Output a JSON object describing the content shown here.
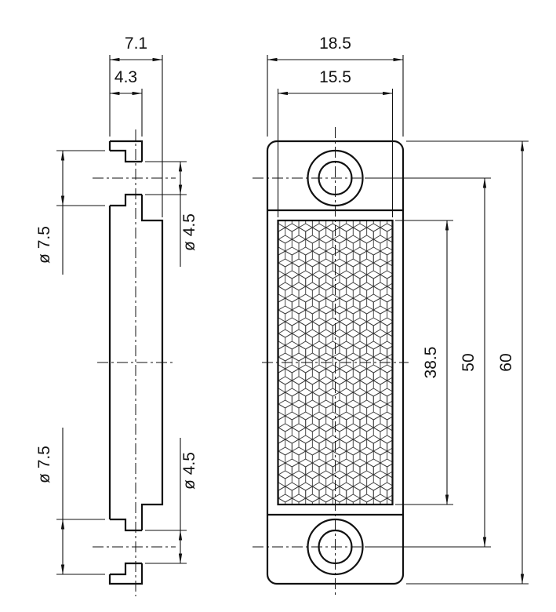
{
  "drawing": {
    "side_view": {
      "overall_thickness": "7.1",
      "plate_thickness": "4.3",
      "counterbore_top": "ø 7.5",
      "hole_top": "ø 4.5",
      "counterbore_bottom": "ø 7.5",
      "hole_bottom": "ø 4.5"
    },
    "front_view": {
      "overall_width": "18.5",
      "window_width": "15.5",
      "window_height": "38.5",
      "hole_spacing": "50",
      "overall_height": "60"
    },
    "colors": {
      "line": "#111111",
      "background": "#ffffff"
    }
  }
}
